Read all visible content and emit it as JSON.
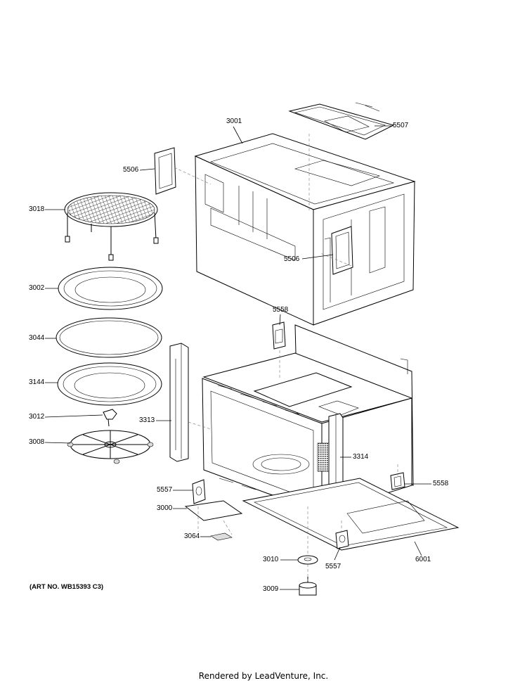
{
  "callouts": [
    {
      "id": "c3001",
      "text": "3001"
    },
    {
      "id": "c5507",
      "text": "5507"
    },
    {
      "id": "c5506a",
      "text": "5506"
    },
    {
      "id": "c3018",
      "text": "3018"
    },
    {
      "id": "c5506b",
      "text": "5506"
    },
    {
      "id": "c3002",
      "text": "3002"
    },
    {
      "id": "c5558a",
      "text": "5558"
    },
    {
      "id": "c3044",
      "text": "3044"
    },
    {
      "id": "c3144",
      "text": "3144"
    },
    {
      "id": "c3012",
      "text": "3012"
    },
    {
      "id": "c3313",
      "text": "3313"
    },
    {
      "id": "c3008",
      "text": "3008"
    },
    {
      "id": "c3314",
      "text": "3314"
    },
    {
      "id": "c5558b",
      "text": "5558"
    },
    {
      "id": "c5557a",
      "text": "5557"
    },
    {
      "id": "c3000",
      "text": "3000"
    },
    {
      "id": "c3064",
      "text": "3064"
    },
    {
      "id": "c3010",
      "text": "3010"
    },
    {
      "id": "c6001",
      "text": "6001"
    },
    {
      "id": "c5557b",
      "text": "5557"
    },
    {
      "id": "c3009",
      "text": "3009"
    }
  ],
  "art_number": "(ART NO. WB15393 C3)",
  "footer": "Rendered by LeadVenture, Inc."
}
